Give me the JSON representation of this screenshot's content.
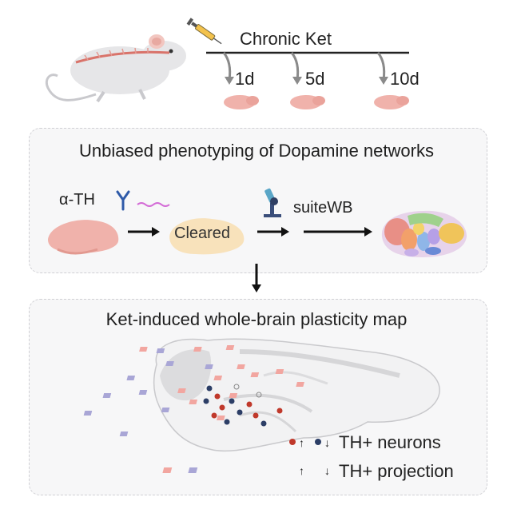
{
  "timeline": {
    "title": "Chronic Ket",
    "timepoints": [
      "1d",
      "5d",
      "10d"
    ]
  },
  "panel_top": {
    "heading": "Unbiased phenotyping of Dopamine networks",
    "antibody_label": "α-TH",
    "cleared_label": "Cleared",
    "software_label": "suiteWB"
  },
  "panel_bottom": {
    "heading": "Ket-induced whole-brain plasticity map",
    "legend": [
      {
        "label": "TH+ neurons",
        "up_color": "#c0392b",
        "down_color": "#2c3e66"
      },
      {
        "label": "TH+ projection",
        "up_color": "#f2a6a0",
        "down_color": "#a9a6d6"
      }
    ]
  },
  "icons": [
    "mouse-icon",
    "syringe-icon",
    "antibody-icon",
    "microscope-icon",
    "brain-icon"
  ],
  "colors": {
    "brain_pink": "#f0b2ab",
    "cleared": "#f8deb0",
    "arrow_gray": "#8a8a8a",
    "panel_bg": "#f7f7f8"
  }
}
